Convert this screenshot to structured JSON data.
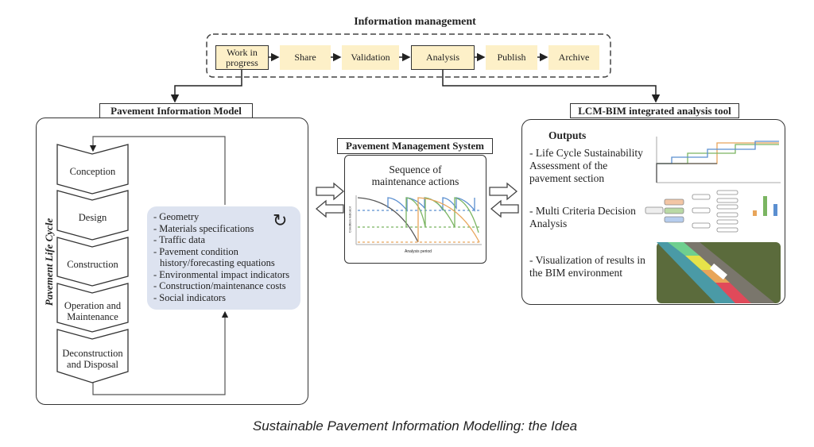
{
  "info_management": {
    "title": "Information management",
    "steps": [
      "Work in progress",
      "Share",
      "Validation",
      "Analysis",
      "Publish",
      "Archive"
    ]
  },
  "pim": {
    "title": "Pavement Information Model",
    "life_cycle_label": "Pavement Life Cycle",
    "stages": [
      "Conception",
      "Design",
      "Construction",
      "Operation and Maintenance",
      "Deconstruction and Disposal"
    ],
    "data_items": [
      "Geometry",
      "Materials specifications",
      "Traffic data",
      "Pavement condition history/forecasting equations",
      "Environmental impact indicators",
      "Construction/maintenance costs",
      "Social indicators"
    ],
    "refresh_icon": "refresh-icon"
  },
  "pms": {
    "title": "Pavement Management System",
    "subtitle": "Sequence of maintenance actions",
    "y_label": "Condition indicator",
    "x_label": "Analysis period"
  },
  "lcm": {
    "title": "LCM-BIM integrated analysis tool",
    "outputs_heading": "Outputs",
    "outputs": [
      "- Life Cycle Sustainability Assessment of the pavement section",
      "- Multi Criteria Decision Analysis",
      "- Visualization of results in the BIM environment"
    ]
  },
  "caption": "Sustainable Pavement Information Modelling: the Idea",
  "colors": {
    "step_fill": "#fdf0c8",
    "info_fill": "#dde3f0",
    "blue": "#5b8fd0",
    "green": "#7bb562",
    "orange": "#e8a55a",
    "gray": "#555555"
  }
}
